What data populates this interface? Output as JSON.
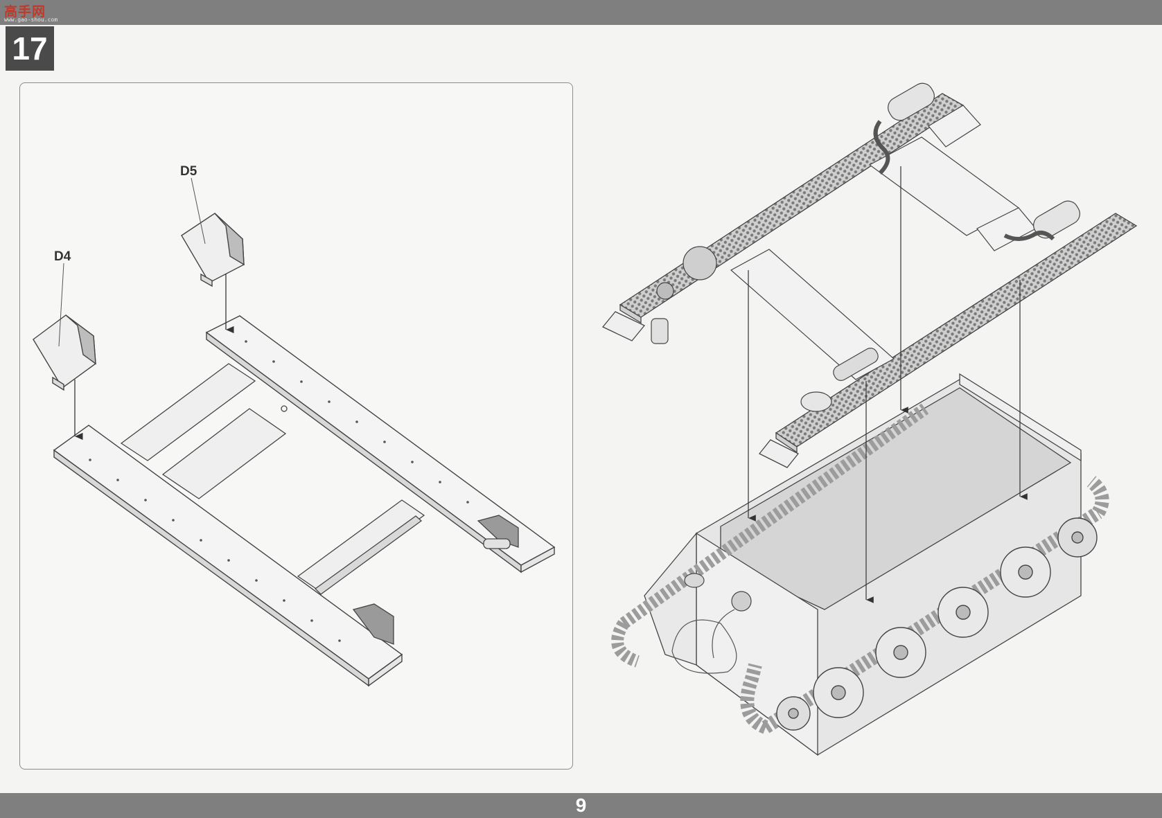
{
  "header": {
    "logo_text": "高手网",
    "logo_subtext": "www.gao-shou.com"
  },
  "step": {
    "number": "17"
  },
  "callouts": {
    "d4": "D4",
    "d5": "D5"
  },
  "footer": {
    "page_number": "9"
  },
  "colors": {
    "bars": "#7f7f7f",
    "step_box": "#4a4a4a",
    "part_fill": "#f4f4f4",
    "line_art": "#444444"
  }
}
